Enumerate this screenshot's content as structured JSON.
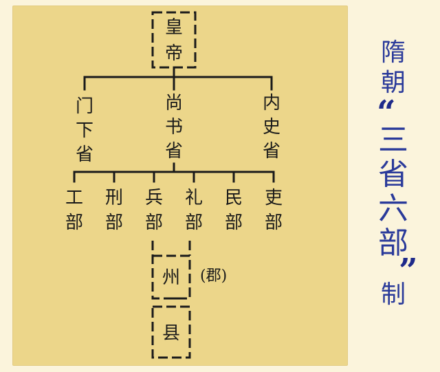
{
  "diagram": {
    "emperor": [
      "皇",
      "帝"
    ],
    "provinces": [
      {
        "id": "menxia",
        "chars": [
          "门",
          "下",
          "省"
        ]
      },
      {
        "id": "shangshu",
        "chars": [
          "尚",
          "书",
          "省"
        ]
      },
      {
        "id": "neishi",
        "chars": [
          "内",
          "史",
          "省"
        ]
      }
    ],
    "ministries": [
      {
        "id": "gong",
        "chars": [
          "工",
          "部"
        ]
      },
      {
        "id": "xing",
        "chars": [
          "刑",
          "部"
        ]
      },
      {
        "id": "bing",
        "chars": [
          "兵",
          "部"
        ]
      },
      {
        "id": "li",
        "chars": [
          "礼",
          "部"
        ]
      },
      {
        "id": "min",
        "chars": [
          "民",
          "部"
        ]
      },
      {
        "id": "li2",
        "chars": [
          "吏",
          "部"
        ]
      }
    ],
    "zhou": "州",
    "jun": "(郡)",
    "xian": "县"
  },
  "side_title": {
    "line1": [
      "隋",
      "朝"
    ],
    "open_quote": "“",
    "line2": [
      "三",
      "省",
      "六",
      "部"
    ],
    "close_quote": "”",
    "line3": "制"
  },
  "colors": {
    "panel": "#ecd68a",
    "background": "#fbf4dc",
    "ink": "#1a1a1a",
    "title_blue": "#2a3a9a"
  }
}
